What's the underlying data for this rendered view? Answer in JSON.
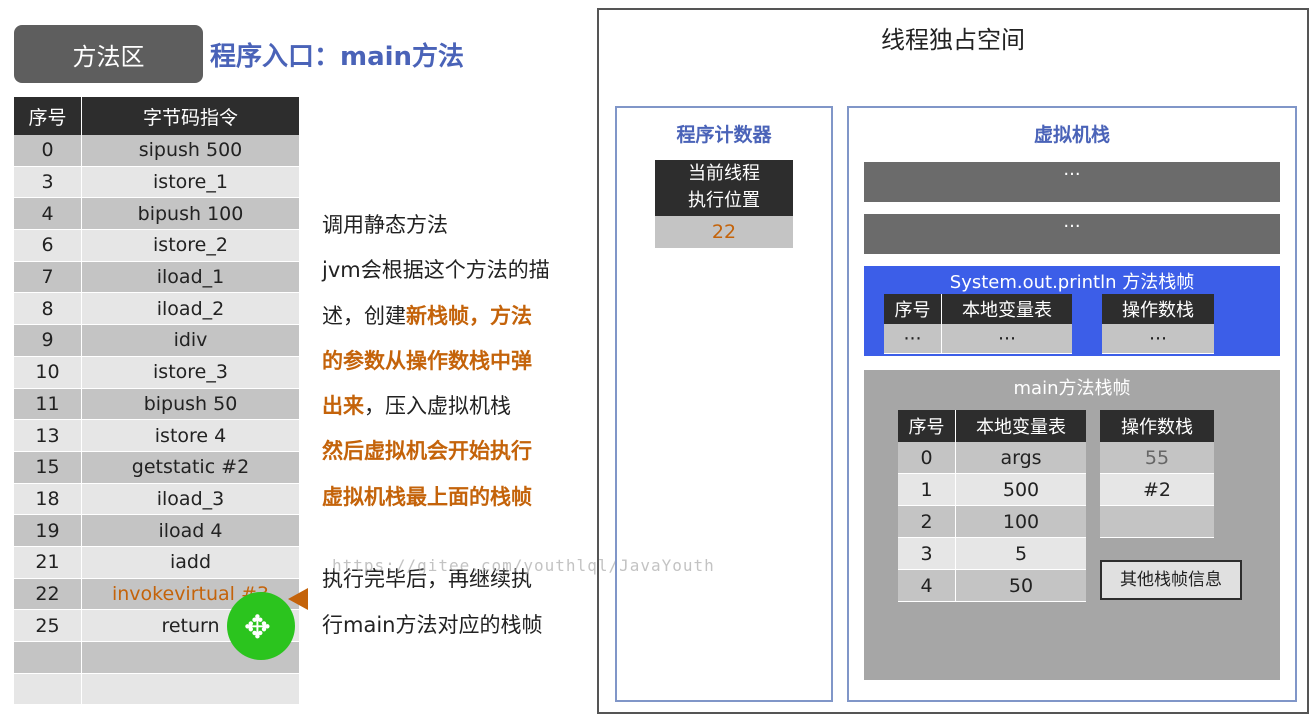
{
  "method_area": {
    "tab_label": "方法区",
    "entry_title": "程序入口：main方法"
  },
  "bytecode": {
    "headers": [
      "序号",
      "字节码指令"
    ],
    "rows": [
      [
        "0",
        "sipush 500"
      ],
      [
        "3",
        "istore_1"
      ],
      [
        "4",
        "bipush 100"
      ],
      [
        "6",
        "istore_2"
      ],
      [
        "7",
        "iload_1"
      ],
      [
        "8",
        "iload_2"
      ],
      [
        "9",
        "idiv"
      ],
      [
        "10",
        "istore_3"
      ],
      [
        "11",
        "bipush 50"
      ],
      [
        "13",
        "istore 4"
      ],
      [
        "15",
        "getstatic #2"
      ],
      [
        "18",
        "iload_3"
      ],
      [
        "19",
        "iload 4"
      ],
      [
        "21",
        "iadd"
      ],
      [
        "22",
        "invokevirtual #3"
      ],
      [
        "25",
        "return"
      ],
      [
        "",
        ""
      ],
      [
        "",
        ""
      ]
    ]
  },
  "explanation": {
    "l1": "调用静态方法",
    "l2": "jvm会根据这个方法的描",
    "l3a": "述，创建",
    "l3b": "新栈帧，方法",
    "l4": "的参数从操作数栈中弹",
    "l5a": "出来",
    "l5b": "，压入虚拟机栈",
    "l6": "然后虚拟机会开始执行",
    "l7": "虚拟机栈最上面的栈帧",
    "l8": "执行完毕后，再继续执",
    "l9": "行main方法对应的栈帧"
  },
  "watermark": "https://gitee.com/youthlql/JavaYouth",
  "thread_space": {
    "title": "线程独占空间",
    "pc": {
      "title": "程序计数器",
      "label_l1": "当前线程",
      "label_l2": "执行位置",
      "value": "22"
    },
    "vm_stack": {
      "title": "虚拟机栈",
      "frame1": "···",
      "frame2": "···",
      "println_frame": {
        "title": "System.out.println 方法栈帧",
        "lv_headers": [
          "序号",
          "本地变量表"
        ],
        "lv_row": [
          "···",
          "···"
        ],
        "os_header": "操作数栈",
        "os_row": "···"
      },
      "main_frame": {
        "title": "main方法栈帧",
        "lv_headers": [
          "序号",
          "本地变量表"
        ],
        "lv_rows": [
          [
            "0",
            "args"
          ],
          [
            "1",
            "500"
          ],
          [
            "2",
            "100"
          ],
          [
            "3",
            "5"
          ],
          [
            "4",
            "50"
          ]
        ],
        "os_header": "操作数栈",
        "os_rows": [
          "55",
          "#2",
          ""
        ],
        "other_info": "其他栈帧信息"
      }
    }
  },
  "colors": {
    "accent_orange": "#c4630a",
    "title_blue": "#4a63b8",
    "frame_blue": "#3c5ee8",
    "cursor_green": "#2bc41e"
  }
}
